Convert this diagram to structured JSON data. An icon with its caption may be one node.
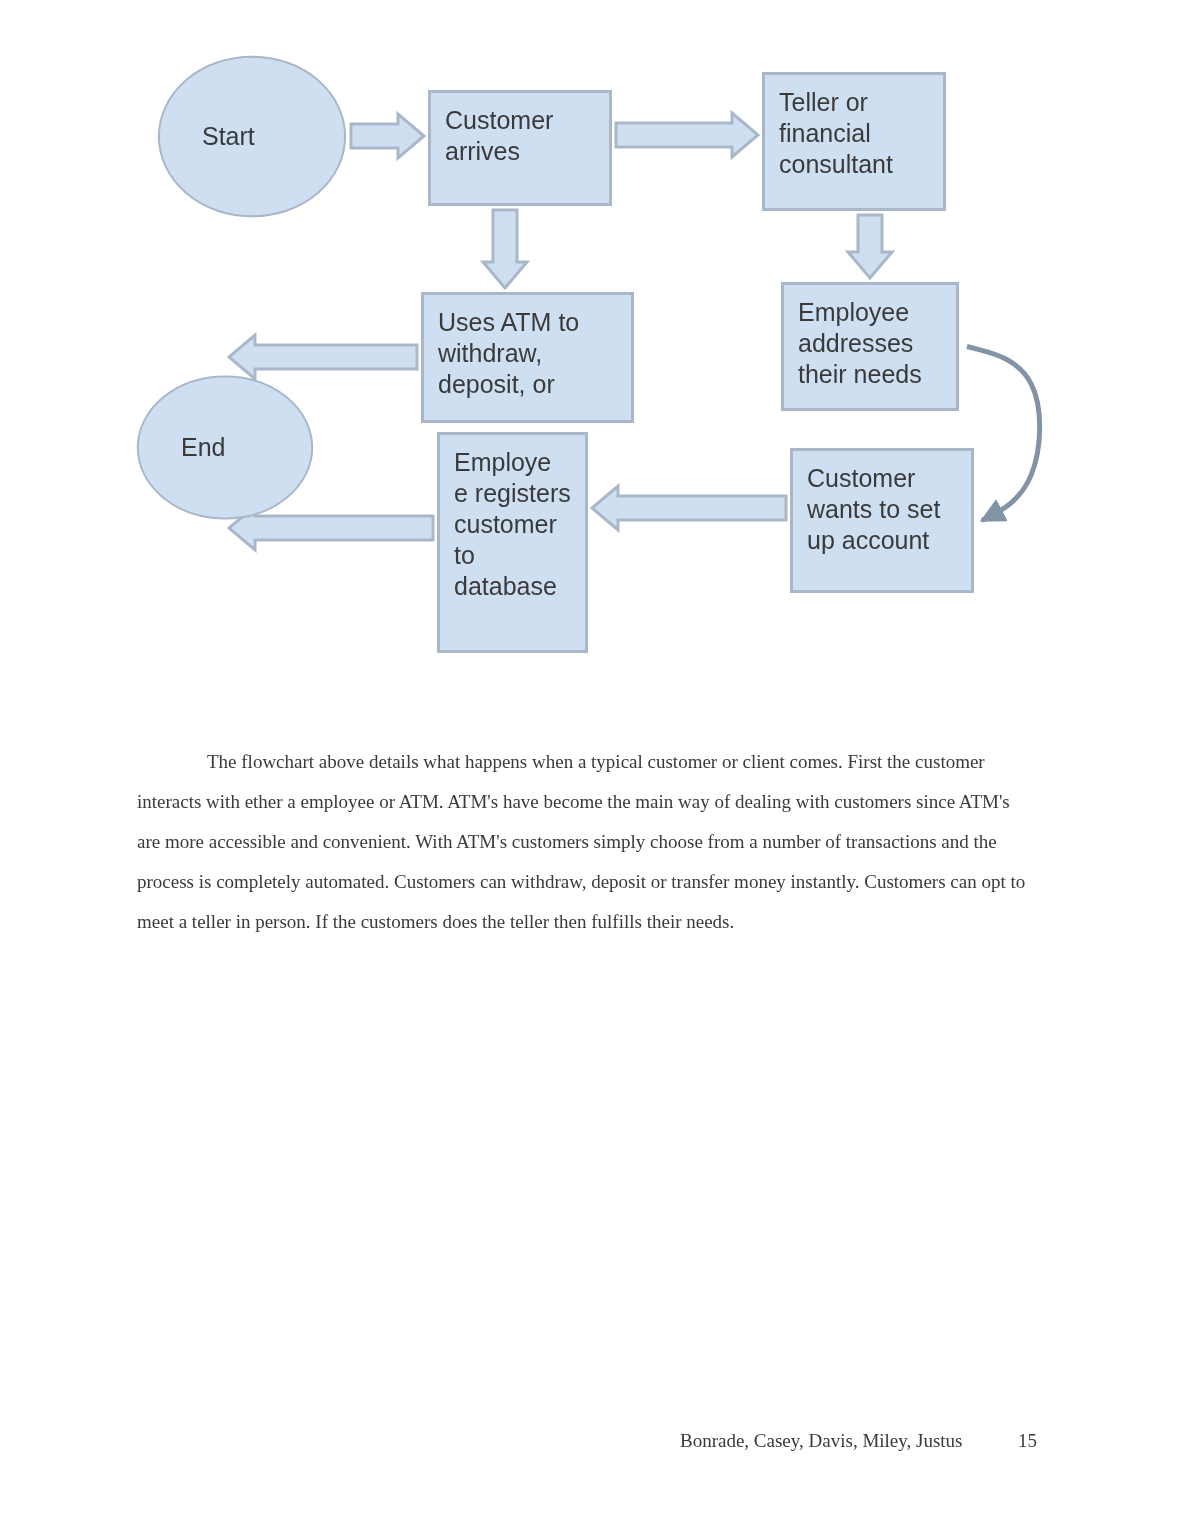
{
  "diagram": {
    "nodes": [
      {
        "text": [
          "Start"
        ]
      },
      {
        "text": [
          "Customer arrives"
        ]
      },
      {
        "text": [
          "Teller or financial consultant"
        ]
      },
      {
        "text": [
          "Uses ATM to withdraw, deposit, or"
        ]
      },
      {
        "text": [
          "Employee addresses their needs"
        ]
      },
      {
        "text": [
          "End"
        ]
      },
      {
        "text": [
          "Customer wants to set up account"
        ]
      },
      {
        "text": [
          "Employe e registers customer to database"
        ]
      }
    ],
    "edges": [
      {
        "from": 0,
        "to": 1,
        "arrow": "to"
      },
      {
        "from": 1,
        "to": 2,
        "arrow": "to"
      },
      {
        "from": 1,
        "to": 3,
        "arrow": "to"
      },
      {
        "from": 2,
        "to": 4,
        "arrow": "to"
      },
      {
        "from": 3,
        "to": 5,
        "arrow": "to"
      },
      {
        "from": 4,
        "to": 6,
        "arrow": "to"
      },
      {
        "from": 6,
        "to": 7,
        "arrow": "to"
      },
      {
        "from": 7,
        "to": 5,
        "arrow": "to"
      }
    ],
    "labels": [
      "The flowchart above details what happens when a typical customer or client comes. First the customer interacts with ether a employee or ATM. ATM's have become the main way of dealing with customers since ATM's are more accessible and convenient. With ATM's customers simply choose from a number of transactions and the process is completely automated. Customers can withdraw, deposit or transfer money instantly. Customers can opt to meet a teller in person. If the customers does the teller then fulfills their needs.",
      "Bonrade, Casey, Davis, Miley, Justus",
      "15"
    ]
  }
}
